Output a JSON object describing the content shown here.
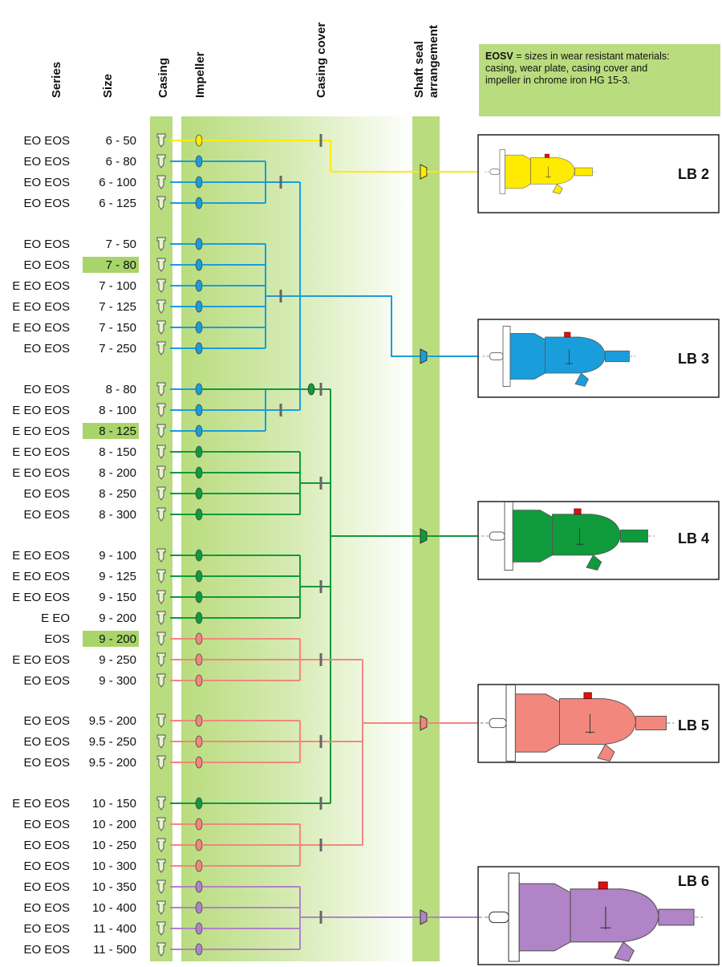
{
  "headers": {
    "series": "Series",
    "size": "Size",
    "casing": "Casing",
    "impeller": "Impeller",
    "casing_cover": "Casing cover",
    "shaft_seal_1": "Shaft seal",
    "shaft_seal_2": "arrangement"
  },
  "note": {
    "bold": "EOSV",
    "line1": " = sizes in wear resistant materials:",
    "line2": "casing, wear plate, casing cover and",
    "line3": "impeller in chrome iron HG 15-3."
  },
  "colors": {
    "LB2": "#ffeb00",
    "LB3": "#1a9ddb",
    "LB4": "#0f9a3c",
    "LB5": "#f2877e",
    "LB6": "#b084c6",
    "band": "#b9dc7e",
    "highlight": "#a9d46a"
  },
  "bearings": [
    {
      "label": "LB 2",
      "color": "LB2"
    },
    {
      "label": "LB 3",
      "color": "LB3"
    },
    {
      "label": "LB 4",
      "color": "LB4"
    },
    {
      "label": "LB 5",
      "color": "LB5"
    },
    {
      "label": "LB 6",
      "color": "LB6"
    }
  ],
  "rows": [
    {
      "series": "EO EOS",
      "size": "6 -   50",
      "highlight": false,
      "group": "LB2"
    },
    {
      "series": "EO EOS",
      "size": "6 -   80",
      "highlight": false,
      "group": "LB3"
    },
    {
      "series": "EO EOS",
      "size": "6 - 100",
      "highlight": false,
      "group": "LB3"
    },
    {
      "series": "EO EOS",
      "size": "6 - 125",
      "highlight": false,
      "group": "LB3"
    },
    {
      "series": "EO EOS",
      "size": "7 -   50",
      "highlight": false,
      "group": "LB3"
    },
    {
      "series": "EO EOS",
      "size": "7 -   80",
      "highlight": true,
      "group": "LB3"
    },
    {
      "series": "E EO EOS",
      "size": "7 - 100",
      "highlight": false,
      "group": "LB3"
    },
    {
      "series": "E EO EOS",
      "size": "7 - 125",
      "highlight": false,
      "group": "LB3"
    },
    {
      "series": "E EO EOS",
      "size": "7 - 150",
      "highlight": false,
      "group": "LB3"
    },
    {
      "series": "EO EOS",
      "size": "7 - 250",
      "highlight": false,
      "group": "LB3"
    },
    {
      "series": "EO EOS",
      "size": "8 -   80",
      "highlight": false,
      "group": "LB3"
    },
    {
      "series": "E EO EOS",
      "size": "8 - 100",
      "highlight": false,
      "group": "LB3"
    },
    {
      "series": "E EO EOS",
      "size": "8 - 125",
      "highlight": true,
      "group": "LB3"
    },
    {
      "series": "E EO EOS",
      "size": "8 - 150",
      "highlight": false,
      "group": "LB4"
    },
    {
      "series": "E EO EOS",
      "size": "8 - 200",
      "highlight": false,
      "group": "LB4"
    },
    {
      "series": "EO EOS",
      "size": "8 - 250",
      "highlight": false,
      "group": "LB4"
    },
    {
      "series": "EO EOS",
      "size": "8 - 300",
      "highlight": false,
      "group": "LB4"
    },
    {
      "series": "E EO EOS",
      "size": "9 - 100",
      "highlight": false,
      "group": "LB4"
    },
    {
      "series": "E EO EOS",
      "size": "9 - 125",
      "highlight": false,
      "group": "LB4"
    },
    {
      "series": "E EO EOS",
      "size": "9 - 150",
      "highlight": false,
      "group": "LB4"
    },
    {
      "series": "E EO",
      "size": "9 - 200",
      "highlight": false,
      "group": "LB4"
    },
    {
      "series": "EOS",
      "size": "9 - 200",
      "highlight": true,
      "group": "LB5"
    },
    {
      "series": "E EO EOS",
      "size": "9 - 250",
      "highlight": false,
      "group": "LB5"
    },
    {
      "series": "EO EOS",
      "size": "9 - 300",
      "highlight": false,
      "group": "LB5"
    },
    {
      "series": "EO EOS",
      "size": "9.5 - 200",
      "highlight": false,
      "group": "LB5"
    },
    {
      "series": "EO EOS",
      "size": "9.5 - 250",
      "highlight": false,
      "group": "LB5"
    },
    {
      "series": "EO EOS",
      "size": "9.5 - 200",
      "highlight": false,
      "group": "LB5"
    },
    {
      "series": "E EO EOS",
      "size": "10 - 150",
      "highlight": false,
      "group": "LB4"
    },
    {
      "series": "EO EOS",
      "size": "10 - 200",
      "highlight": false,
      "group": "LB5"
    },
    {
      "series": "EO EOS",
      "size": "10 - 250",
      "highlight": false,
      "group": "LB5"
    },
    {
      "series": "EO EOS",
      "size": "10 - 300",
      "highlight": false,
      "group": "LB5"
    },
    {
      "series": "EO EOS",
      "size": "10 - 350",
      "highlight": false,
      "group": "LB6"
    },
    {
      "series": "EO EOS",
      "size": "10 - 400",
      "highlight": false,
      "group": "LB6"
    },
    {
      "series": "EO EOS",
      "size": "11 - 400",
      "highlight": false,
      "group": "LB6"
    },
    {
      "series": "EO EOS",
      "size": "11 - 500",
      "highlight": false,
      "group": "LB6"
    }
  ]
}
